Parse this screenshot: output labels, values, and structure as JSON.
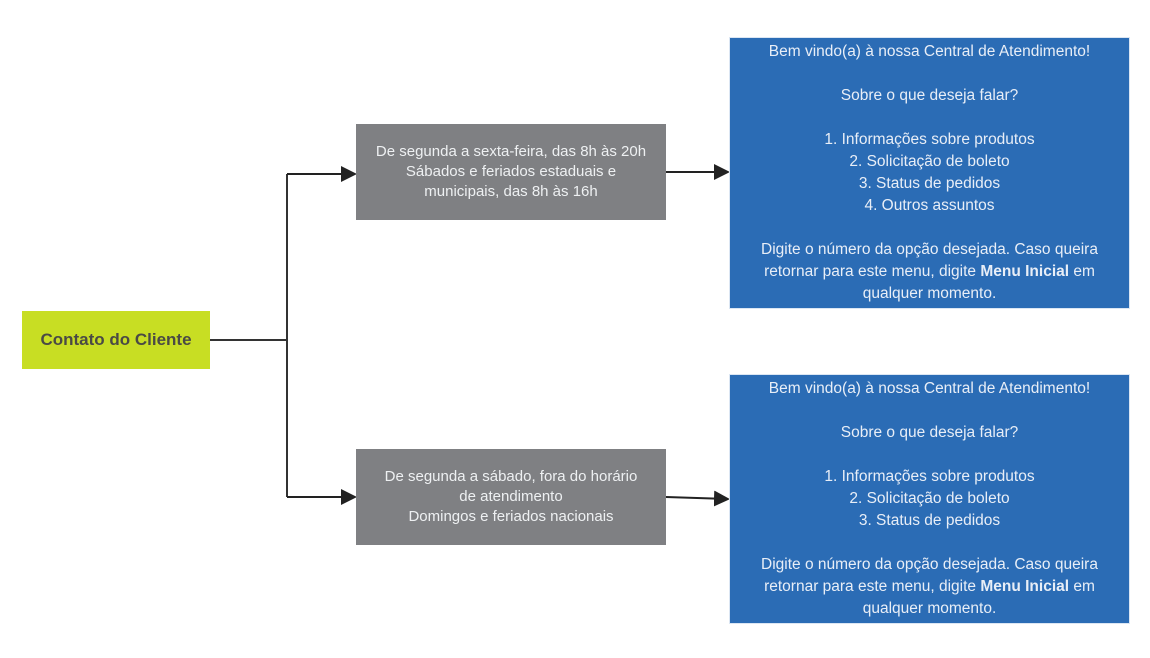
{
  "root": {
    "label": "Contato do Cliente"
  },
  "conditions": [
    {
      "lines": [
        "De segunda a sexta-feira, das 8h às 20h",
        "Sábados e feriados estaduais e",
        "municipais, das 8h às 16h"
      ]
    },
    {
      "lines": [
        "De segunda a sábado, fora do horário",
        "de atendimento",
        "Domingos e feriados nacionais"
      ]
    }
  ],
  "menus": [
    {
      "greeting": "Bem vindo(a) à nossa Central de Atendimento!",
      "question": "Sobre o que deseja falar?",
      "options": [
        "1. Informações sobre produtos",
        "2. Solicitação de boleto",
        "3. Status de pedidos",
        "4. Outros assuntos"
      ],
      "instruction_pre": "Digite o número da opção desejada. Caso queira retornar para este menu, digite ",
      "instruction_bold": "Menu Inicial",
      "instruction_post": " em qualquer momento."
    },
    {
      "greeting": "Bem vindo(a) à nossa Central de Atendimento!",
      "question": "Sobre o que deseja falar?",
      "options": [
        "1. Informações sobre produtos",
        "2. Solicitação de boleto",
        "3. Status de pedidos"
      ],
      "instruction_pre": "Digite o número da opção desejada. Caso queira retornar para este menu, digite ",
      "instruction_bold": "Menu Inicial",
      "instruction_post": " em qualquer momento."
    }
  ],
  "colors": {
    "root": "#c8de23",
    "condition": "#7f8083",
    "menu": "#2b6cb5",
    "connector": "#222222"
  }
}
